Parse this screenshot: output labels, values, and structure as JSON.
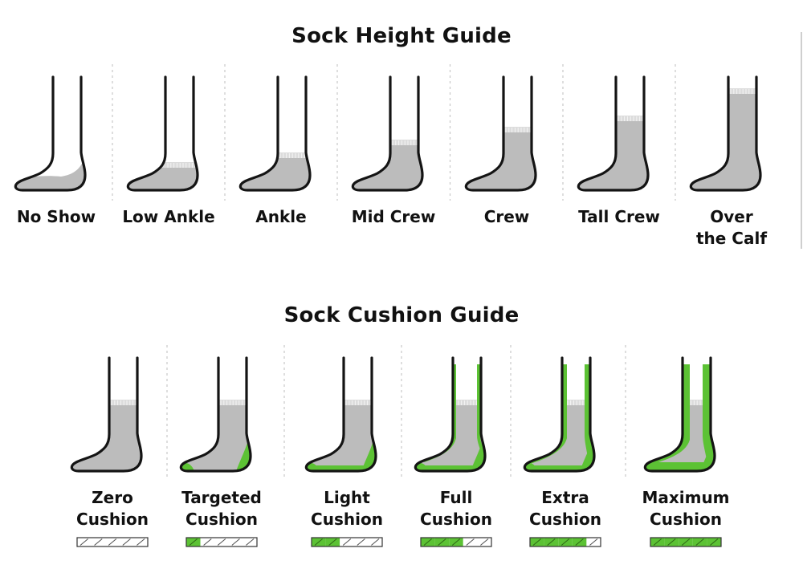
{
  "colors": {
    "ink": "#141414",
    "sock_gray": "#bcbcbc",
    "sock_top": "#dcdcdc",
    "cushion_green": "#5cc234",
    "divider": "#c8c8c8"
  },
  "height_guide": {
    "title": "Sock Height Guide",
    "items": [
      {
        "line1": "No Show",
        "line2": "",
        "height": "no-show"
      },
      {
        "line1": "Low Ankle",
        "line2": "",
        "height": "low-ankle"
      },
      {
        "line1": "Ankle",
        "line2": "",
        "height": "ankle"
      },
      {
        "line1": "Mid Crew",
        "line2": "",
        "height": "mid-crew"
      },
      {
        "line1": "Crew",
        "line2": "",
        "height": "crew"
      },
      {
        "line1": "Tall Crew",
        "line2": "",
        "height": "tall-crew"
      },
      {
        "line1": "Over",
        "line2": "the Calf",
        "height": "over-the-calf"
      }
    ]
  },
  "cushion_guide": {
    "title": "Sock Cushion Guide",
    "items": [
      {
        "line1": "Zero",
        "line2": "Cushion",
        "level": 0
      },
      {
        "line1": "Targeted",
        "line2": "Cushion",
        "level": 1
      },
      {
        "line1": "Light",
        "line2": "Cushion",
        "level": 2
      },
      {
        "line1": "Full",
        "line2": "Cushion",
        "level": 3
      },
      {
        "line1": "Extra",
        "line2": "Cushion",
        "level": 4
      },
      {
        "line1": "Maximum",
        "line2": "Cushion",
        "level": 5
      }
    ]
  }
}
